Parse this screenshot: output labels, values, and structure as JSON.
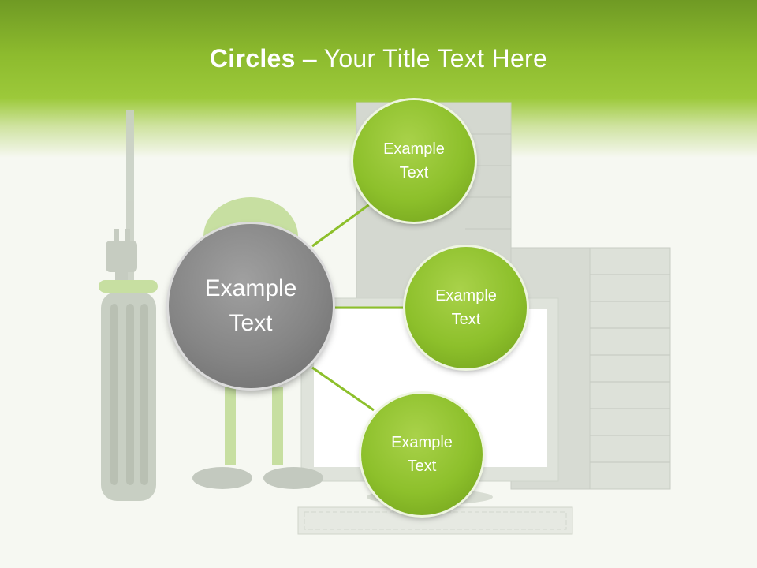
{
  "title": {
    "bold": "Circles",
    "rest": " – Your Title Text Here"
  },
  "diagram": {
    "center": {
      "label": "Example\nText"
    },
    "nodes": [
      {
        "label": "Example\nText"
      },
      {
        "label": "Example\nText"
      },
      {
        "label": "Example\nText"
      }
    ]
  },
  "colors": {
    "accent": "#8dc02b",
    "center": "#858585",
    "header": "#8dbb2e"
  }
}
